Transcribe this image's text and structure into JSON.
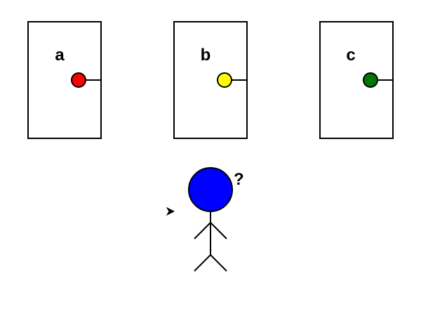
{
  "doors": [
    {
      "label": "a",
      "knob_color": "#ff0000"
    },
    {
      "label": "b",
      "knob_color": "#ffff00"
    },
    {
      "label": "c",
      "knob_color": "#007700"
    }
  ],
  "player": {
    "head_color": "#0000ff",
    "thought": "?"
  },
  "cursor": {
    "icon": "arrow-cursor-icon"
  }
}
